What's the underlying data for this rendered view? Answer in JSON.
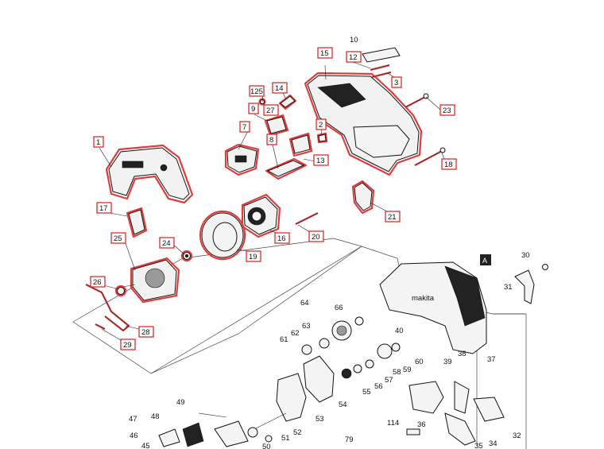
{
  "figure": {
    "brand_mark": "makita",
    "section_marker": "A",
    "colors": {
      "highlight": "#e23b3b",
      "label_box": "#d71f1f",
      "ink": "#111111"
    }
  },
  "highlighted_labels": [
    "1",
    "2",
    "3",
    "7",
    "8",
    "9",
    "12",
    "13",
    "14",
    "15",
    "16",
    "17",
    "18",
    "19",
    "20",
    "21",
    "23",
    "24",
    "25",
    "26",
    "27",
    "28",
    "29",
    "125"
  ],
  "plain_labels": [
    "10",
    "30",
    "31",
    "32",
    "34",
    "35",
    "36",
    "37",
    "38",
    "39",
    "40",
    "45",
    "46",
    "47",
    "48",
    "49",
    "50",
    "51",
    "52",
    "53",
    "54",
    "55",
    "56",
    "57",
    "58",
    "59",
    "60",
    "61",
    "62",
    "63",
    "64",
    "66",
    "79",
    "114"
  ]
}
